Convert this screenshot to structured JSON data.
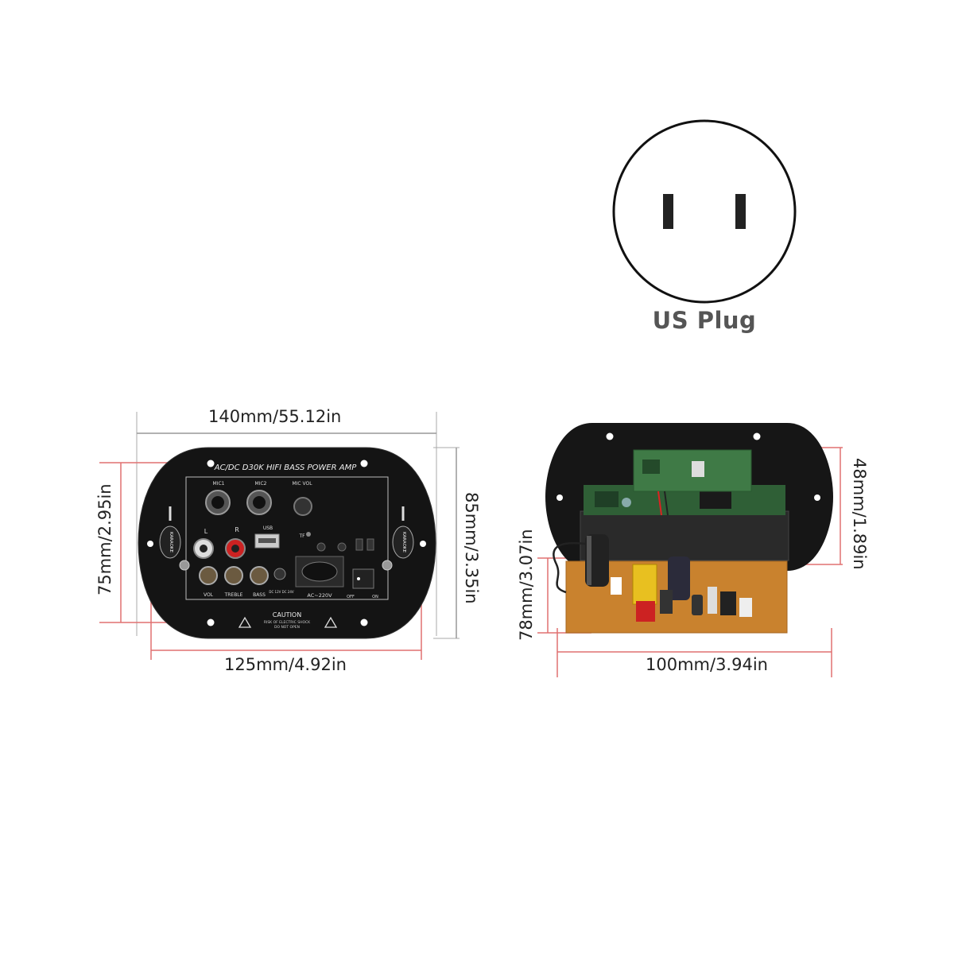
{
  "plug": {
    "label": "US Plug"
  },
  "front_view": {
    "width_total": "140mm/55.12in",
    "width_holes": "125mm/4.92in",
    "height_total": "85mm/3.35in",
    "height_holes": "75mm/2.95in",
    "panel": {
      "title": "AC/DC D30K HIFI BASS POWER AMP",
      "labels": {
        "mic1": "MIC1",
        "mic2": "MIC2",
        "mic_vol": "MIC VOL",
        "left": "L",
        "right": "R",
        "usb": "USB",
        "tf": "TF",
        "vol": "VOL",
        "treble": "TREBLE",
        "bass": "BASS",
        "dc": "DC 12V DC 24V",
        "ac": "AC~220V",
        "off": "OFF",
        "on": "ON",
        "karaoke": "KARAOKE",
        "caution_title": "CAUTION",
        "caution_line1": "RISK OF ELECTRIC SHOCK",
        "caution_line2": "DO NOT OPEN"
      }
    }
  },
  "side_view": {
    "depth": "100mm/3.94in",
    "height_board": "78mm/3.07in",
    "height_module": "48mm/1.89in"
  },
  "colors": {
    "panel": "#141414",
    "pcb": "#c9822e",
    "green_board": "#2f6b3a",
    "dim_line": "#e05a5a",
    "grey_line": "#9a9a9a"
  }
}
